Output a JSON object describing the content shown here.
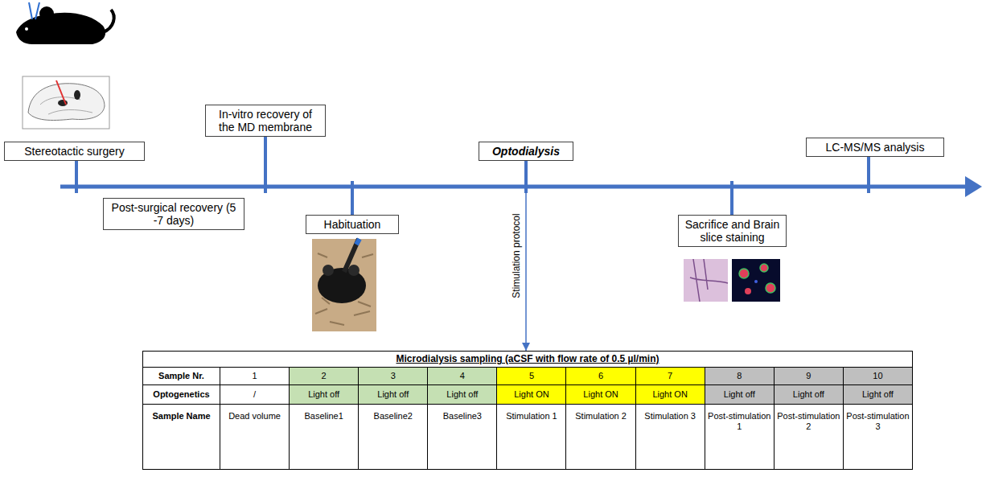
{
  "diagram": {
    "nodes": [
      {
        "text": [
          "Stereotactic surgery"
        ]
      },
      {
        "text": [
          "In-vitro recovery of the MD membrane"
        ]
      },
      {
        "text": [
          "Optodialysis"
        ]
      },
      {
        "text": [
          "LC-MS/MS analysis"
        ]
      },
      {
        "text": [
          "Post-surgical recovery (5 -7 days)"
        ]
      },
      {
        "text": [
          "Habituation"
        ]
      },
      {
        "text": [
          "Sacrifice and Brain slice staining"
        ]
      },
      {
        "text": [
          "Microdialysis sampling (aCSF with flow rate of 0.5 µl/min)"
        ]
      }
    ],
    "edges": [
      {
        "from": 2,
        "to": 7,
        "arrow": "to",
        "label": "Stimulation protocol"
      }
    ],
    "labels": [
      "Sample Nr.",
      "1",
      "2",
      "3",
      "4",
      "5",
      "6",
      "7",
      "8",
      "9",
      "10",
      "Optogenetics",
      "/",
      "Light off",
      "Light off",
      "Light off",
      "Light ON",
      "Light ON",
      "Light ON",
      "Light off",
      "Light off",
      "Light off",
      "Sample Name",
      "Dead volume",
      "Baseline1",
      "Baseline2",
      "Baseline3",
      "Stimulation 1",
      "Stimulation 2",
      "Stimulation 3",
      "Post-stimulation 1",
      "Post-stimulation 2",
      "Post-stimulation 3"
    ]
  }
}
